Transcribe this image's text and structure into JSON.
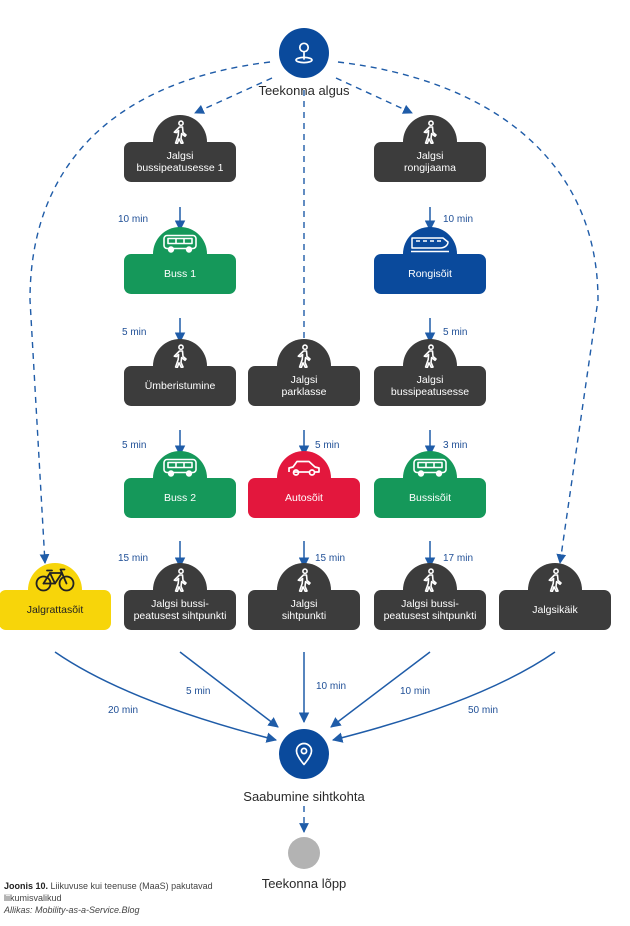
{
  "colors": {
    "dark": "#3c3c3c",
    "green": "#15985a",
    "blue": "#0a4a9c",
    "red": "#e3173d",
    "yellow": "#f7d50a",
    "arrow": "#1f5ca8",
    "end_circle": "#b3b3b3"
  },
  "start": {
    "label": "Teekonna algus",
    "icon": "map-pin-icon"
  },
  "arrival": {
    "label": "Saabumine sihtkohta",
    "icon": "location-pin-icon"
  },
  "end": {
    "label": "Teekonna lõpp"
  },
  "nodes": [
    {
      "id": "walk-bus-stop-1",
      "lines": [
        "Jalgsi",
        "bussipeatusesse 1"
      ],
      "icon": "walk-icon",
      "color": "dark"
    },
    {
      "id": "bus-1",
      "lines": [
        "Buss 1"
      ],
      "icon": "bus-icon",
      "color": "green"
    },
    {
      "id": "transfer",
      "lines": [
        "Ümberistumine"
      ],
      "icon": "walk-icon",
      "color": "dark"
    },
    {
      "id": "bus-2",
      "lines": [
        "Buss 2"
      ],
      "icon": "bus-icon",
      "color": "green"
    },
    {
      "id": "walk-bus-dest-left",
      "lines": [
        "Jalgsi bussi-",
        "peatusest sihtpunkti"
      ],
      "icon": "walk-icon",
      "color": "dark"
    },
    {
      "id": "walk-parking",
      "lines": [
        "Jalgsi",
        "parklasse"
      ],
      "icon": "walk-icon",
      "color": "dark"
    },
    {
      "id": "car",
      "lines": [
        "Autosõit"
      ],
      "icon": "car-icon",
      "color": "red"
    },
    {
      "id": "walk-car-dest",
      "lines": [
        "Jalgsi",
        "sihtpunkti"
      ],
      "icon": "walk-icon",
      "color": "dark"
    },
    {
      "id": "walk-train-station",
      "lines": [
        "Jalgsi",
        "rongijaama"
      ],
      "icon": "walk-icon",
      "color": "dark"
    },
    {
      "id": "train",
      "lines": [
        "Rongisõit"
      ],
      "icon": "train-icon",
      "color": "blue"
    },
    {
      "id": "walk-bus-stop",
      "lines": [
        "Jalgsi",
        "bussipeatusesse"
      ],
      "icon": "walk-icon",
      "color": "dark"
    },
    {
      "id": "bus-ride",
      "lines": [
        "Bussisõit"
      ],
      "icon": "bus-icon",
      "color": "green"
    },
    {
      "id": "walk-bus-dest-right",
      "lines": [
        "Jalgsi bussi-",
        "peatusest sihtpunkti"
      ],
      "icon": "walk-icon",
      "color": "dark"
    },
    {
      "id": "bike",
      "lines": [
        "Jalgrattasõit"
      ],
      "icon": "bicycle-icon",
      "color": "yellow"
    },
    {
      "id": "walking",
      "lines": [
        "Jalgsikäik"
      ],
      "icon": "walk-icon",
      "color": "dark"
    }
  ],
  "durations": {
    "left_1": "10 min",
    "left_2": "5 min",
    "left_3": "5 min",
    "left_4": "15 min",
    "left_final": "5 min",
    "mid_1": "5 min",
    "mid_2": "15 min",
    "mid_final": "10 min",
    "right_1": "10 min",
    "right_2": "5 min",
    "right_3": "3 min",
    "right_4": "17 min",
    "right_final": "10 min",
    "bike_final": "20 min",
    "walking_final": "50 min"
  },
  "caption": {
    "label": "Joonis 10.",
    "text": "Liikuvuse kui teenuse (MaaS) pakutavad liikumisvalikud",
    "source": "Allikas: Mobility-as-a-Service.Blog"
  }
}
